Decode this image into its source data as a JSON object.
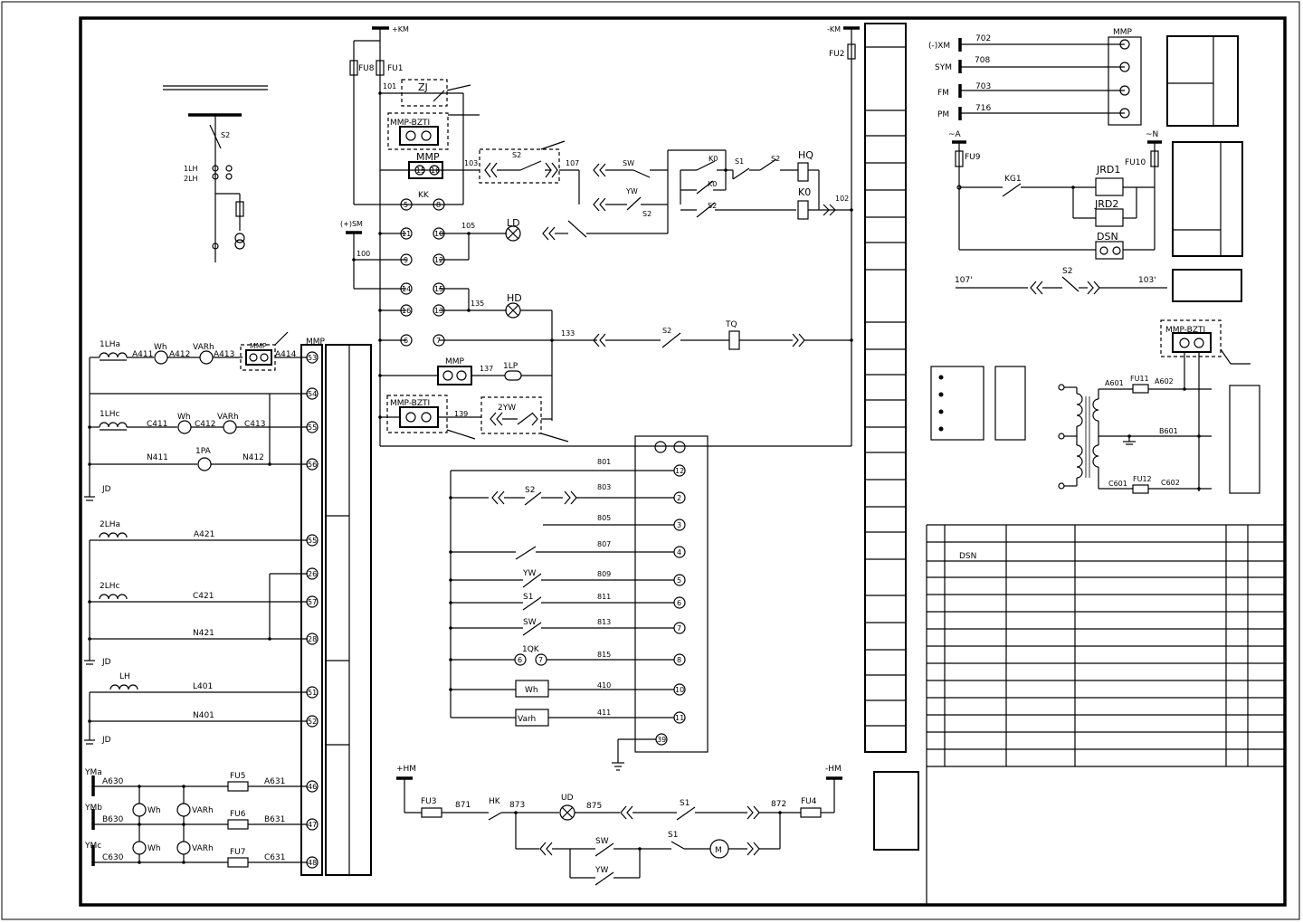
{
  "busbar": {
    "pos_km": "+KM",
    "neg_km": "-KM",
    "pos_sm": "(+)SM",
    "fu8": "FU8",
    "fu1": "FU1",
    "fu2": "FU2"
  },
  "single_line": {
    "s2": "S2",
    "lh1": "1LH",
    "lh2": "2LH"
  },
  "control": {
    "n101": "101",
    "zj": "ZJ",
    "mmp_bzti_1": "MMP-BZTI",
    "mmp_1": "MMP",
    "n103": "103",
    "kk": "KK",
    "s2_a": "S2",
    "n107": "107",
    "sw": "SW",
    "yw": "YW",
    "s2_b": "S2",
    "k0_a": "K0",
    "k0_b": "K0",
    "s2_c": "S2",
    "s1": "S1",
    "s2_d": "S2",
    "hq": "HQ",
    "k0_coil": "K0",
    "n102": "102",
    "n105": "105",
    "ld": "LD",
    "n100": "100",
    "n135": "135",
    "hd": "HD",
    "n133": "133",
    "s2_e": "S2",
    "tq": "TQ",
    "mmp_2": "MMP",
    "n137": "137",
    "lp1": "1LP",
    "mmp_bzti_2": "MMP-BZTI",
    "n139": "139",
    "yw2": "2YW",
    "kk_terms": [
      "5",
      "8",
      "11",
      "10",
      "9",
      "12",
      "14",
      "15",
      "16",
      "13",
      "6",
      "7"
    ],
    "mmp_terms": [
      "15",
      "16"
    ]
  },
  "signal": {
    "wires": [
      "801",
      "803",
      "805",
      "807",
      "809",
      "811",
      "813",
      "815",
      "410",
      "411"
    ],
    "terms": [
      "12",
      "2",
      "3",
      "4",
      "5",
      "6",
      "7",
      "8",
      "10",
      "11"
    ],
    "s2": "S2",
    "yw": "YW",
    "s1": "S1",
    "sw": "SW",
    "q1": "1QK",
    "q_terms": [
      "6",
      "7"
    ],
    "wh": "Wh",
    "varh": "Varh",
    "t39": "39"
  },
  "ct": {
    "lh1a": "1LHa",
    "a411": "A411",
    "wh1": "Wh",
    "a412": "A412",
    "varh1": "VARh",
    "a413": "A413",
    "mmp": "MMP",
    "a414": "A414",
    "mmp_top": "MMP",
    "lh1c": "1LHc",
    "c411": "C411",
    "wh2": "Wh",
    "c412": "C412",
    "varh2": "VARh",
    "c413": "C413",
    "n411": "N411",
    "pa1": "1PA",
    "n412": "N412",
    "jd1": "JD",
    "lh2a": "2LHa",
    "a421": "A421",
    "lh2c": "2LHc",
    "c421": "C421",
    "n421": "N421",
    "jd2": "JD",
    "lh": "LH",
    "l401": "L401",
    "n401": "N401",
    "jd3": "JD",
    "terms": [
      "53",
      "54",
      "55",
      "56",
      "55",
      "26",
      "57",
      "28",
      "51",
      "52"
    ]
  },
  "vt": {
    "yma": "YMa",
    "a630": "A630",
    "fu5": "FU5",
    "a631": "A631",
    "ymb": "YMb",
    "b630": "B630",
    "wh": "Wh",
    "varh": "VARh",
    "fu6": "FU6",
    "b631": "B631",
    "ymc": "YMc",
    "c630": "C630",
    "wh2": "Wh",
    "varh2": "VARh",
    "fu7": "FU7",
    "c631": "C631",
    "terms": [
      "46",
      "47",
      "48"
    ]
  },
  "motor": {
    "hm_pos": "+HM",
    "hm_neg": "-HM",
    "fu3": "FU3",
    "n871": "871",
    "hk": "HK",
    "n873": "873",
    "ud": "UD",
    "n875": "875",
    "s1": "S1",
    "n872": "872",
    "fu4": "FU4",
    "sw": "SW",
    "yw": "YW",
    "s1b": "S1",
    "m": "M"
  },
  "right": {
    "xm": "(-)XM",
    "sym": "SYM",
    "fm": "FM",
    "pm": "PM",
    "w702": "702",
    "w708": "708",
    "w703": "703",
    "w716": "716",
    "mmp": "MMP",
    "a": "~A",
    "n": "~N",
    "fu9": "FU9",
    "fu10": "FU10",
    "kg1": "KG1",
    "jrd1": "JRD1",
    "jrd2": "JRD2",
    "dsn": "DSN",
    "w107p": "107'",
    "s2": "S2",
    "w103p": "103'",
    "mmp_bzti": "MMP-BZTI",
    "a601": "A601",
    "fu11": "FU11",
    "a602": "A602",
    "b601": "B601",
    "c601": "C601",
    "fu12": "FU12",
    "c602": "C602"
  },
  "table": {
    "r1_label": "DSN"
  }
}
